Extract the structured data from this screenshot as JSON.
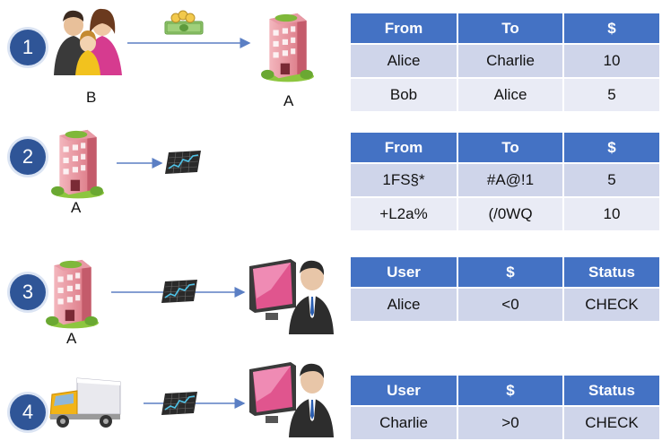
{
  "steps": [
    {
      "number": "1",
      "left_label": "B",
      "right_label": "A",
      "table": {
        "headers": [
          "From",
          "To",
          "$"
        ],
        "rows": [
          [
            "Alice",
            "Charlie",
            "10"
          ],
          [
            "Bob",
            "Alice",
            "5"
          ]
        ]
      }
    },
    {
      "number": "2",
      "left_label": "A",
      "table": {
        "headers": [
          "From",
          "To",
          "$"
        ],
        "rows": [
          [
            "1FS§*",
            "#A@!1",
            "5"
          ],
          [
            "+L2a%",
            "(/0WQ",
            "10"
          ]
        ]
      }
    },
    {
      "number": "3",
      "left_label": "A",
      "table": {
        "headers": [
          "User",
          "$",
          "Status"
        ],
        "rows": [
          [
            "Alice",
            "<0",
            "CHECK"
          ]
        ]
      }
    },
    {
      "number": "4",
      "table": {
        "headers": [
          "User",
          "$",
          "Status"
        ],
        "rows": [
          [
            "Charlie",
            ">0",
            "CHECK"
          ]
        ]
      }
    }
  ],
  "colors": {
    "badge": "#2f5597",
    "table_header": "#4472c4",
    "row_dark": "#cfd5ea",
    "row_light": "#e9ebf5",
    "arrow": "#5b7fc4"
  },
  "icons": [
    "family-icon",
    "money-icon",
    "building-icon",
    "data-chart-icon",
    "analyst-computer-icon",
    "truck-icon"
  ]
}
